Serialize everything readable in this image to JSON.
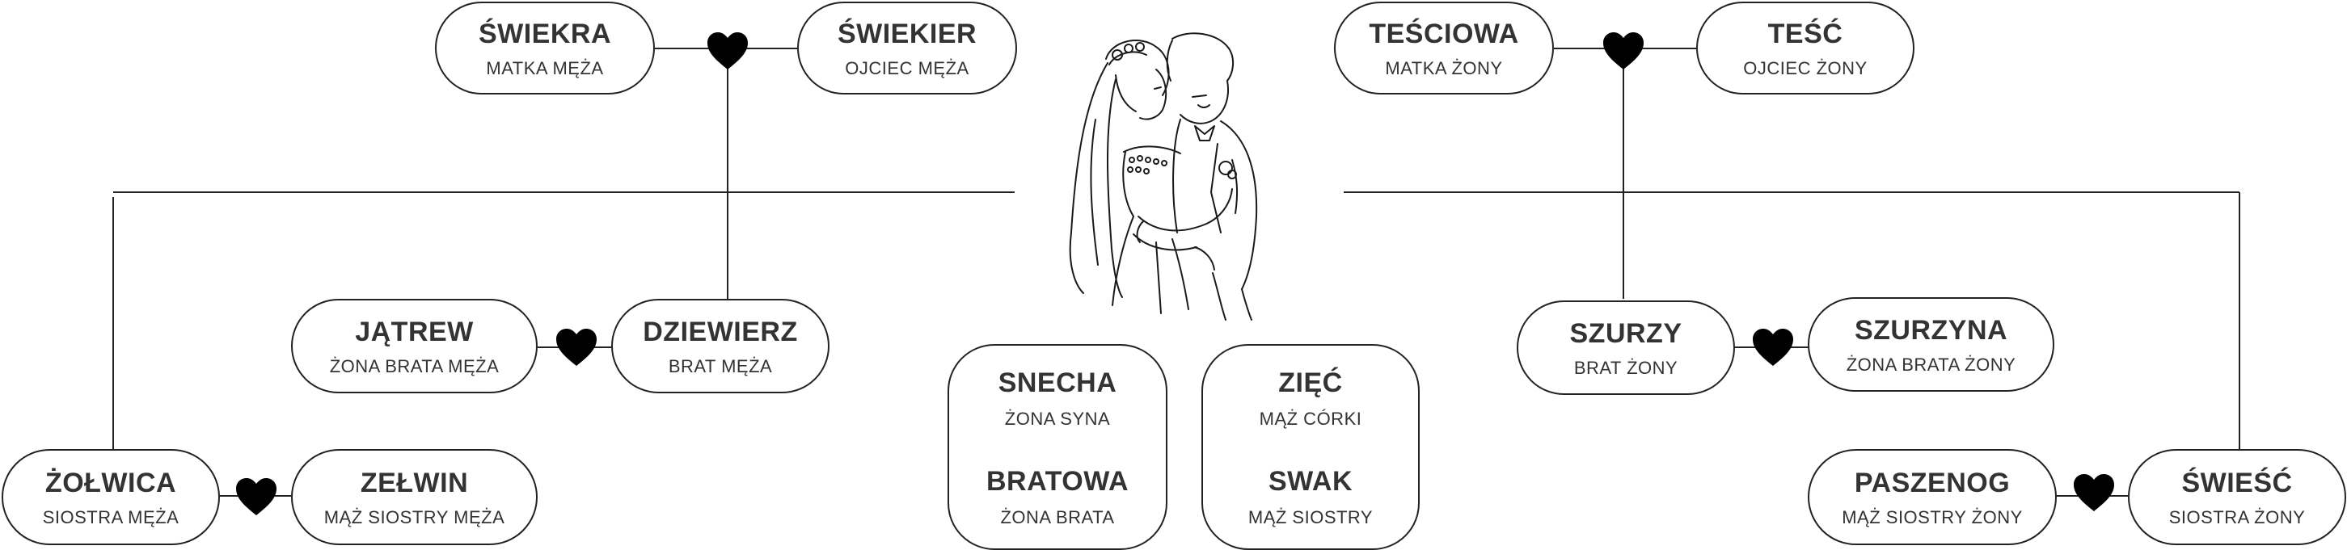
{
  "nodes": {
    "swiekra": {
      "title": "ŚWIEKRA",
      "sub": "MATKA MĘŻA"
    },
    "swiekier": {
      "title": "ŚWIEKIER",
      "sub": "OJCIEC MĘŻA"
    },
    "tesciowa": {
      "title": "TEŚCIOWA",
      "sub": "MATKA ŻONY"
    },
    "tesc": {
      "title": "TEŚĆ",
      "sub": "OJCIEC ŻONY"
    },
    "jatrew": {
      "title": "JĄTREW",
      "sub": "ŻONA BRATA MĘŻA"
    },
    "dziewierz": {
      "title": "DZIEWIERZ",
      "sub": "BRAT MĘŻA"
    },
    "szurzy": {
      "title": "SZURZY",
      "sub": "BRAT ŻONY"
    },
    "szurzyna": {
      "title": "SZURZYNA",
      "sub": "ŻONA BRATA ŻONY"
    },
    "zolwica": {
      "title": "ŻOŁWICA",
      "sub": "SIOSTRA MĘŻA"
    },
    "zelwin": {
      "title": "ZEŁWIN",
      "sub": "MĄŻ SIOSTRY MĘŻA"
    },
    "paszenog": {
      "title": "PASZENOG",
      "sub": "MĄŻ SIOSTRY ŻONY"
    },
    "swiesc": {
      "title": "ŚWIEŚĆ",
      "sub": "SIOSTRA ŻONY"
    }
  },
  "cards": {
    "left": {
      "t1": "SNECHA",
      "s1": "ŻONA SYNA",
      "t2": "BRATOWA",
      "s2": "ŻONA BRATA"
    },
    "right": {
      "t1": "ZIĘĆ",
      "s1": "MĄŻ CÓRKI",
      "t2": "SWAK",
      "s2": "MĄŻ SIOSTRY"
    }
  },
  "colors": {
    "line": "#222222",
    "text": "#333333",
    "heart": "#000000"
  },
  "icons": {
    "heart": "heart-icon",
    "couple": "wedding-couple-illustration"
  }
}
